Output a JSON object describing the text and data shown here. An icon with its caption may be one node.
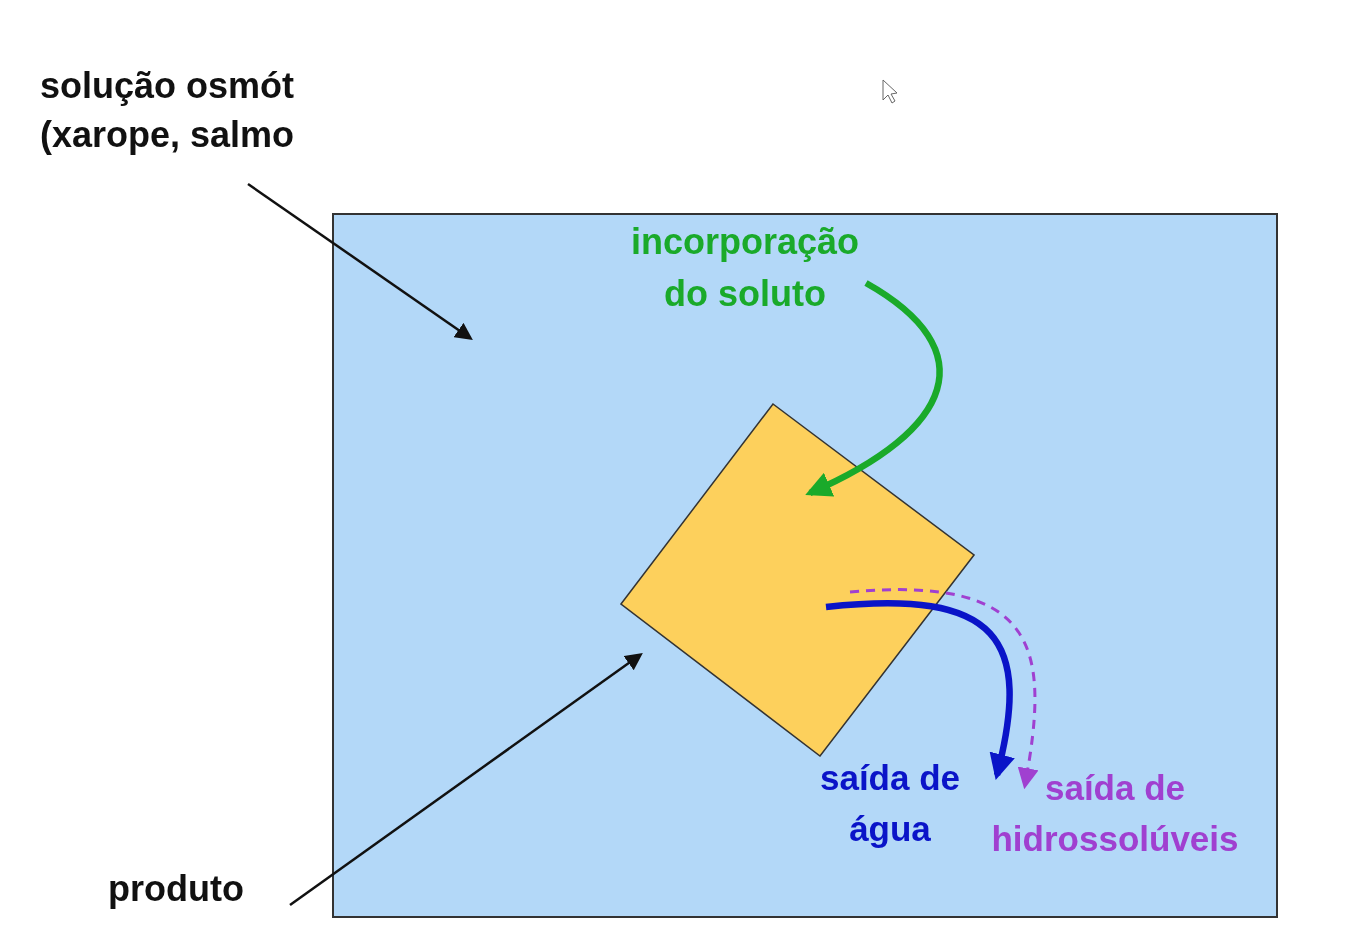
{
  "diagram": {
    "nodes": [
      {
        "text": [
          "solução osmót (xarope, salmo"
        ]
      },
      {
        "text": [],
        "shape": "box"
      },
      {
        "text": [],
        "shape": "diamond",
        "in": 1
      },
      {
        "text": [
          "produto"
        ]
      },
      {
        "text": [
          "incorporação do soluto"
        ],
        "in": 1
      },
      {
        "text": [
          "saída de água"
        ],
        "in": 1
      },
      {
        "text": [
          "saída de hidrossolúveis"
        ],
        "in": 1
      }
    ],
    "edges": [
      {
        "from": 0,
        "to": null,
        "arrow": "to"
      },
      {
        "from": 3,
        "to": 2,
        "arrow": "to"
      },
      {
        "from": 4,
        "to": 2,
        "arrow": "to",
        "style": "thick",
        "color": "#1aaa2a"
      },
      {
        "from": 2,
        "to": 5,
        "arrow": "to",
        "style": "thick",
        "color": "#0a14c8"
      },
      {
        "from": 2,
        "to": 6,
        "arrow": "to",
        "style": "dashed",
        "color": "#a040d0"
      }
    ]
  }
}
